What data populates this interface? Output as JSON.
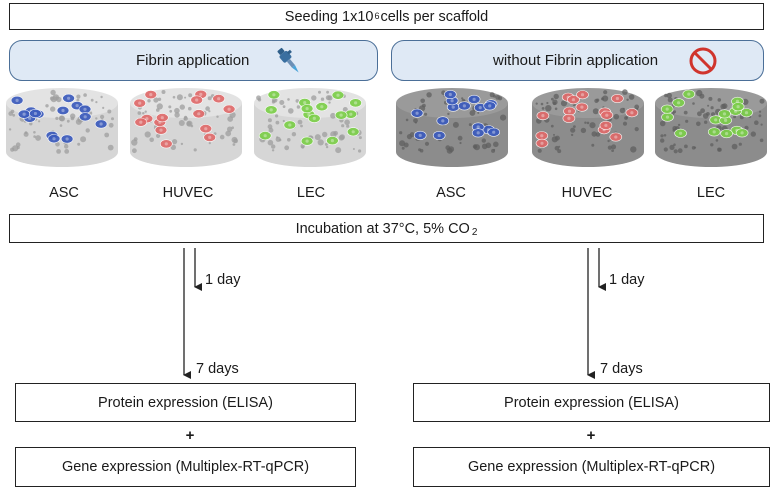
{
  "header": {
    "pre": "Seeding 1x10",
    "sup": "6",
    "post": "cells per scaffold"
  },
  "groups": [
    {
      "title": "Fibrin application",
      "icon": "pipette-icon",
      "scaffolds": [
        {
          "label": "ASC",
          "cell_color": "#3b5bbd"
        },
        {
          "label": "HUVEC",
          "cell_color": "#e06b6b"
        },
        {
          "label": "LEC",
          "cell_color": "#7ccf4a"
        }
      ],
      "timepoints": [
        "1 day",
        "7 days"
      ],
      "protein": "Protein expression  (ELISA)",
      "gene": "Gene expression (Multiplex-RT-qPCR)",
      "plus": "+"
    },
    {
      "title": "without Fibrin application",
      "icon": "prohibited-icon",
      "scaffolds": [
        {
          "label": "ASC",
          "cell_color": "#3b5bbd"
        },
        {
          "label": "HUVEC",
          "cell_color": "#e06b6b"
        },
        {
          "label": "LEC",
          "cell_color": "#7ccf4a"
        }
      ],
      "timepoints": [
        "1 day",
        "7 days"
      ],
      "protein": "Protein expression  (ELISA)",
      "gene": "Gene expression (Multiplex-RT-qPCR)",
      "plus": "+"
    }
  ],
  "incubation": {
    "pre": "Incubation at 37°C, 5% CO",
    "sub": "2"
  },
  "colors": {
    "pill_fill": "#dfe9f5",
    "pill_border": "#4b6f98",
    "prohibited": "#d0342c",
    "scaffold_light": "#d6d6d6",
    "scaffold_dark": "#8c8c8c"
  }
}
